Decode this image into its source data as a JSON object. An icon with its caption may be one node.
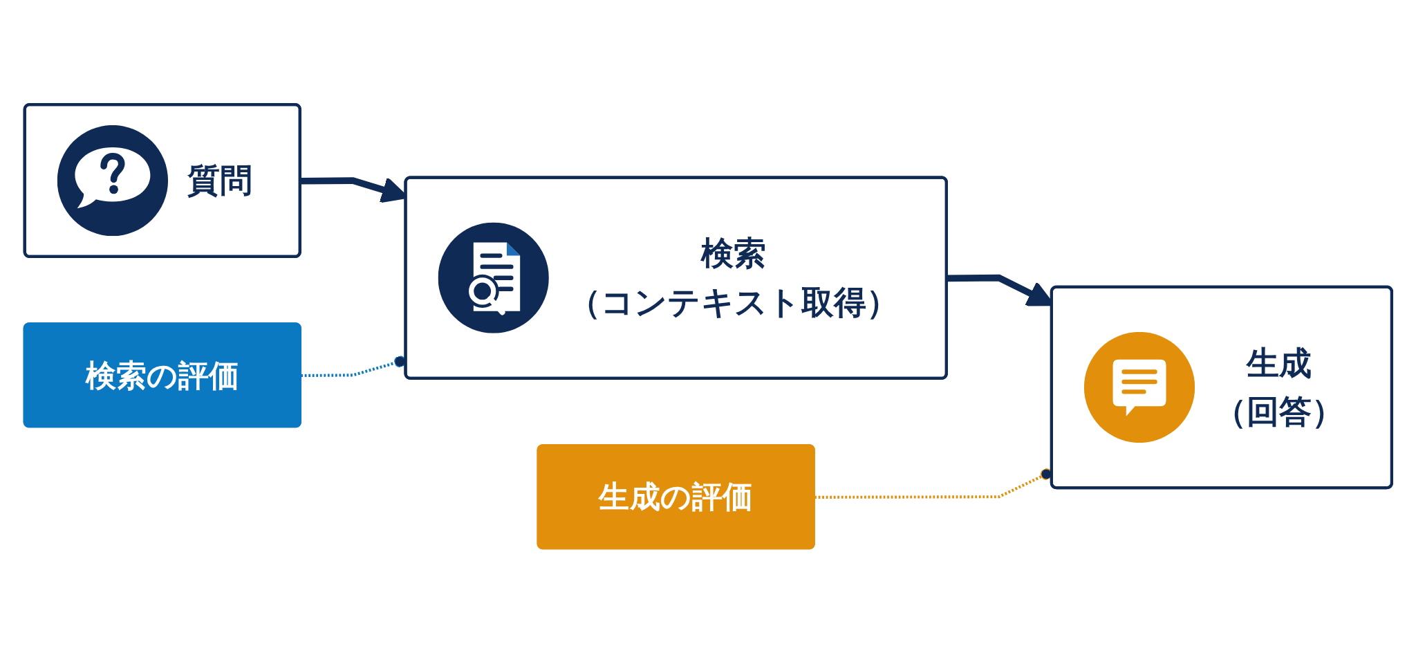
{
  "diagram": {
    "nodes": [
      {
        "text": [
          "検索の評価"
        ]
      },
      {
        "text": [
          "生成の評価"
        ]
      },
      {
        "text": [
          "質問"
        ]
      },
      {
        "text": [
          "検索",
          "（コンテキスト取得）"
        ]
      },
      {
        "text": [
          "生成",
          "（回答）"
        ]
      }
    ],
    "edges": [
      {
        "from": 2,
        "to": 3,
        "arrow": "to",
        "style": "thick"
      },
      {
        "from": 3,
        "to": 4,
        "arrow": "to",
        "style": "thick"
      },
      {
        "from": 0,
        "to": 3,
        "arrow": "other",
        "style": "dashed",
        "color": "#0b78c2"
      },
      {
        "from": 1,
        "to": 4,
        "arrow": "other",
        "style": "dashed",
        "color": "#e28f0c"
      }
    ]
  }
}
